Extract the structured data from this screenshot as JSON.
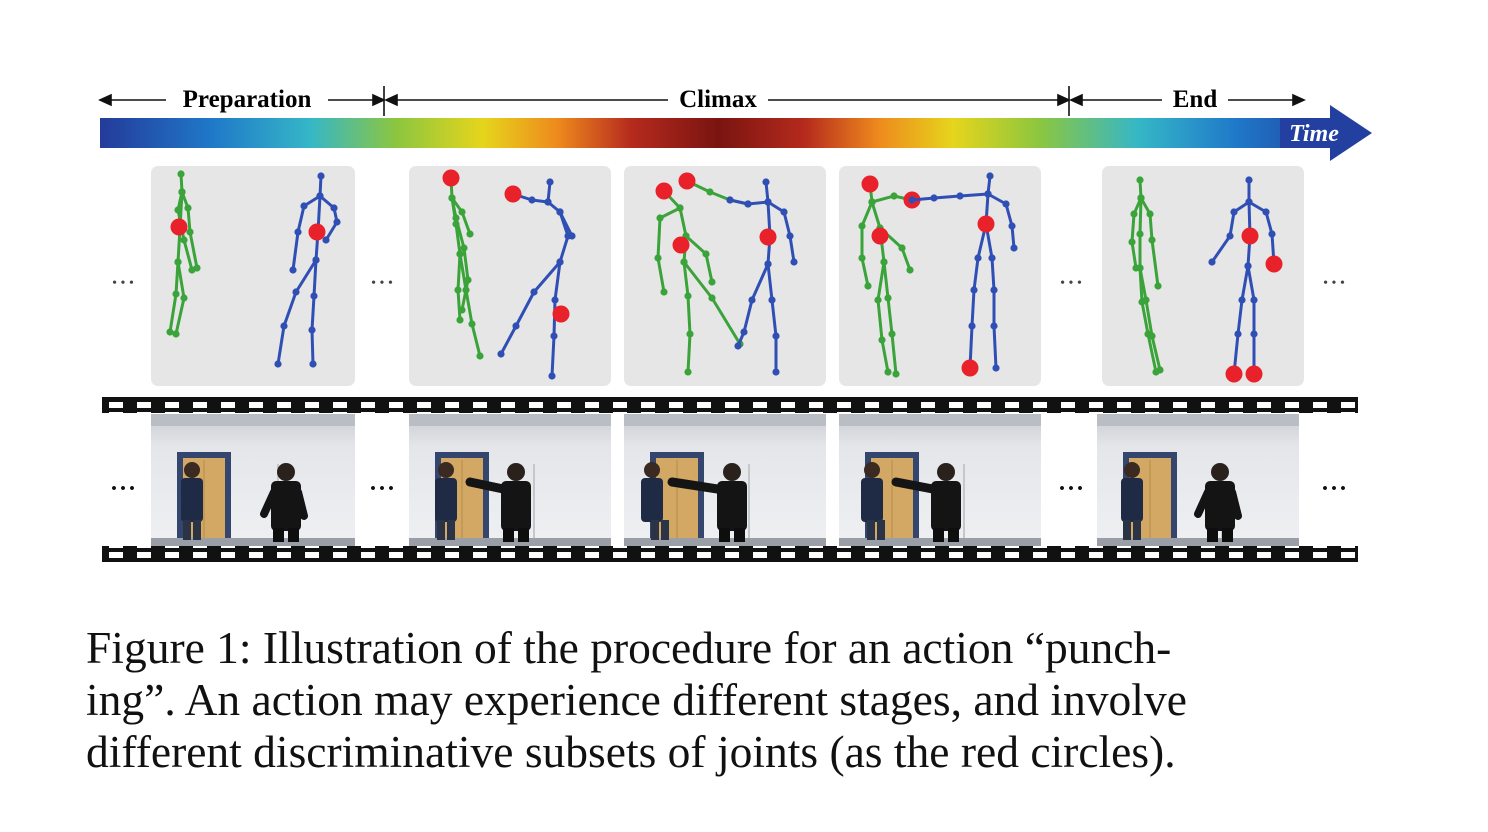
{
  "stages": {
    "preparation": "Preparation",
    "climax": "Climax",
    "end": "End"
  },
  "time_label": "Time",
  "ellipsis": "• • •",
  "caption": {
    "line1": "Figure 1: Illustration of the procedure for an action “punch-",
    "line2": "ing”. An action may experience different stages, and involve",
    "line3": "different discriminative subsets of joints (as the red circles)."
  },
  "colors": {
    "skeleton_a": "#3aa33a",
    "skeleton_b": "#2f4fb5",
    "highlight_joint": "#e8212a",
    "panel_bg": "#e6e6e6"
  }
}
